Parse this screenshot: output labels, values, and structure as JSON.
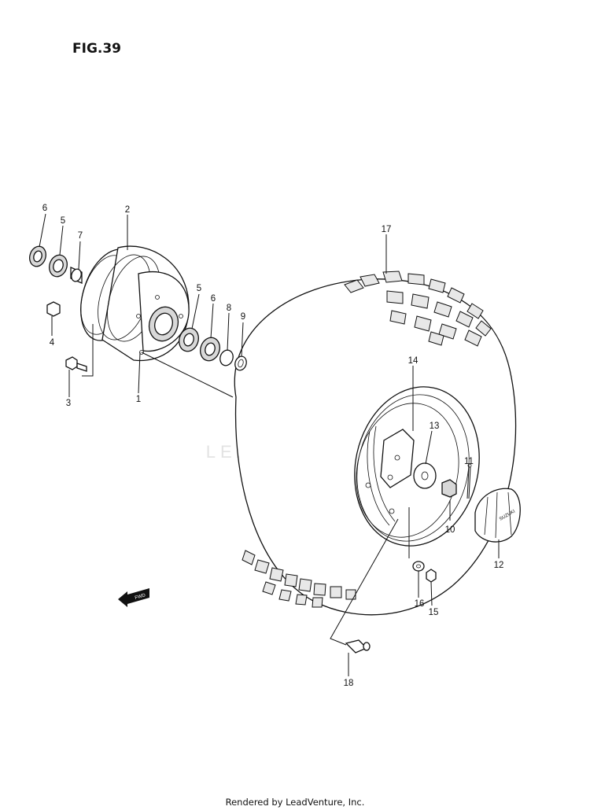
{
  "figure": {
    "title": "FIG.39"
  },
  "parts": [
    {
      "id": "1",
      "label": "1"
    },
    {
      "id": "2",
      "label": "2"
    },
    {
      "id": "3",
      "label": "3"
    },
    {
      "id": "4",
      "label": "4"
    },
    {
      "id": "5a",
      "label": "5"
    },
    {
      "id": "5b",
      "label": "5"
    },
    {
      "id": "6a",
      "label": "6"
    },
    {
      "id": "6b",
      "label": "6"
    },
    {
      "id": "7",
      "label": "7"
    },
    {
      "id": "8",
      "label": "8"
    },
    {
      "id": "9",
      "label": "9"
    },
    {
      "id": "10",
      "label": "10"
    },
    {
      "id": "11",
      "label": "11"
    },
    {
      "id": "12",
      "label": "12"
    },
    {
      "id": "13",
      "label": "13"
    },
    {
      "id": "14",
      "label": "14"
    },
    {
      "id": "15",
      "label": "15"
    },
    {
      "id": "16",
      "label": "16"
    },
    {
      "id": "17",
      "label": "17"
    },
    {
      "id": "18",
      "label": "18"
    }
  ],
  "hubcap_brand": "SUZUKI",
  "fwd_arrow_label": "FWD",
  "watermark": {
    "text": "LEADVENTURE"
  },
  "footer": {
    "credit": "Rendered by LeadVenture, Inc."
  }
}
